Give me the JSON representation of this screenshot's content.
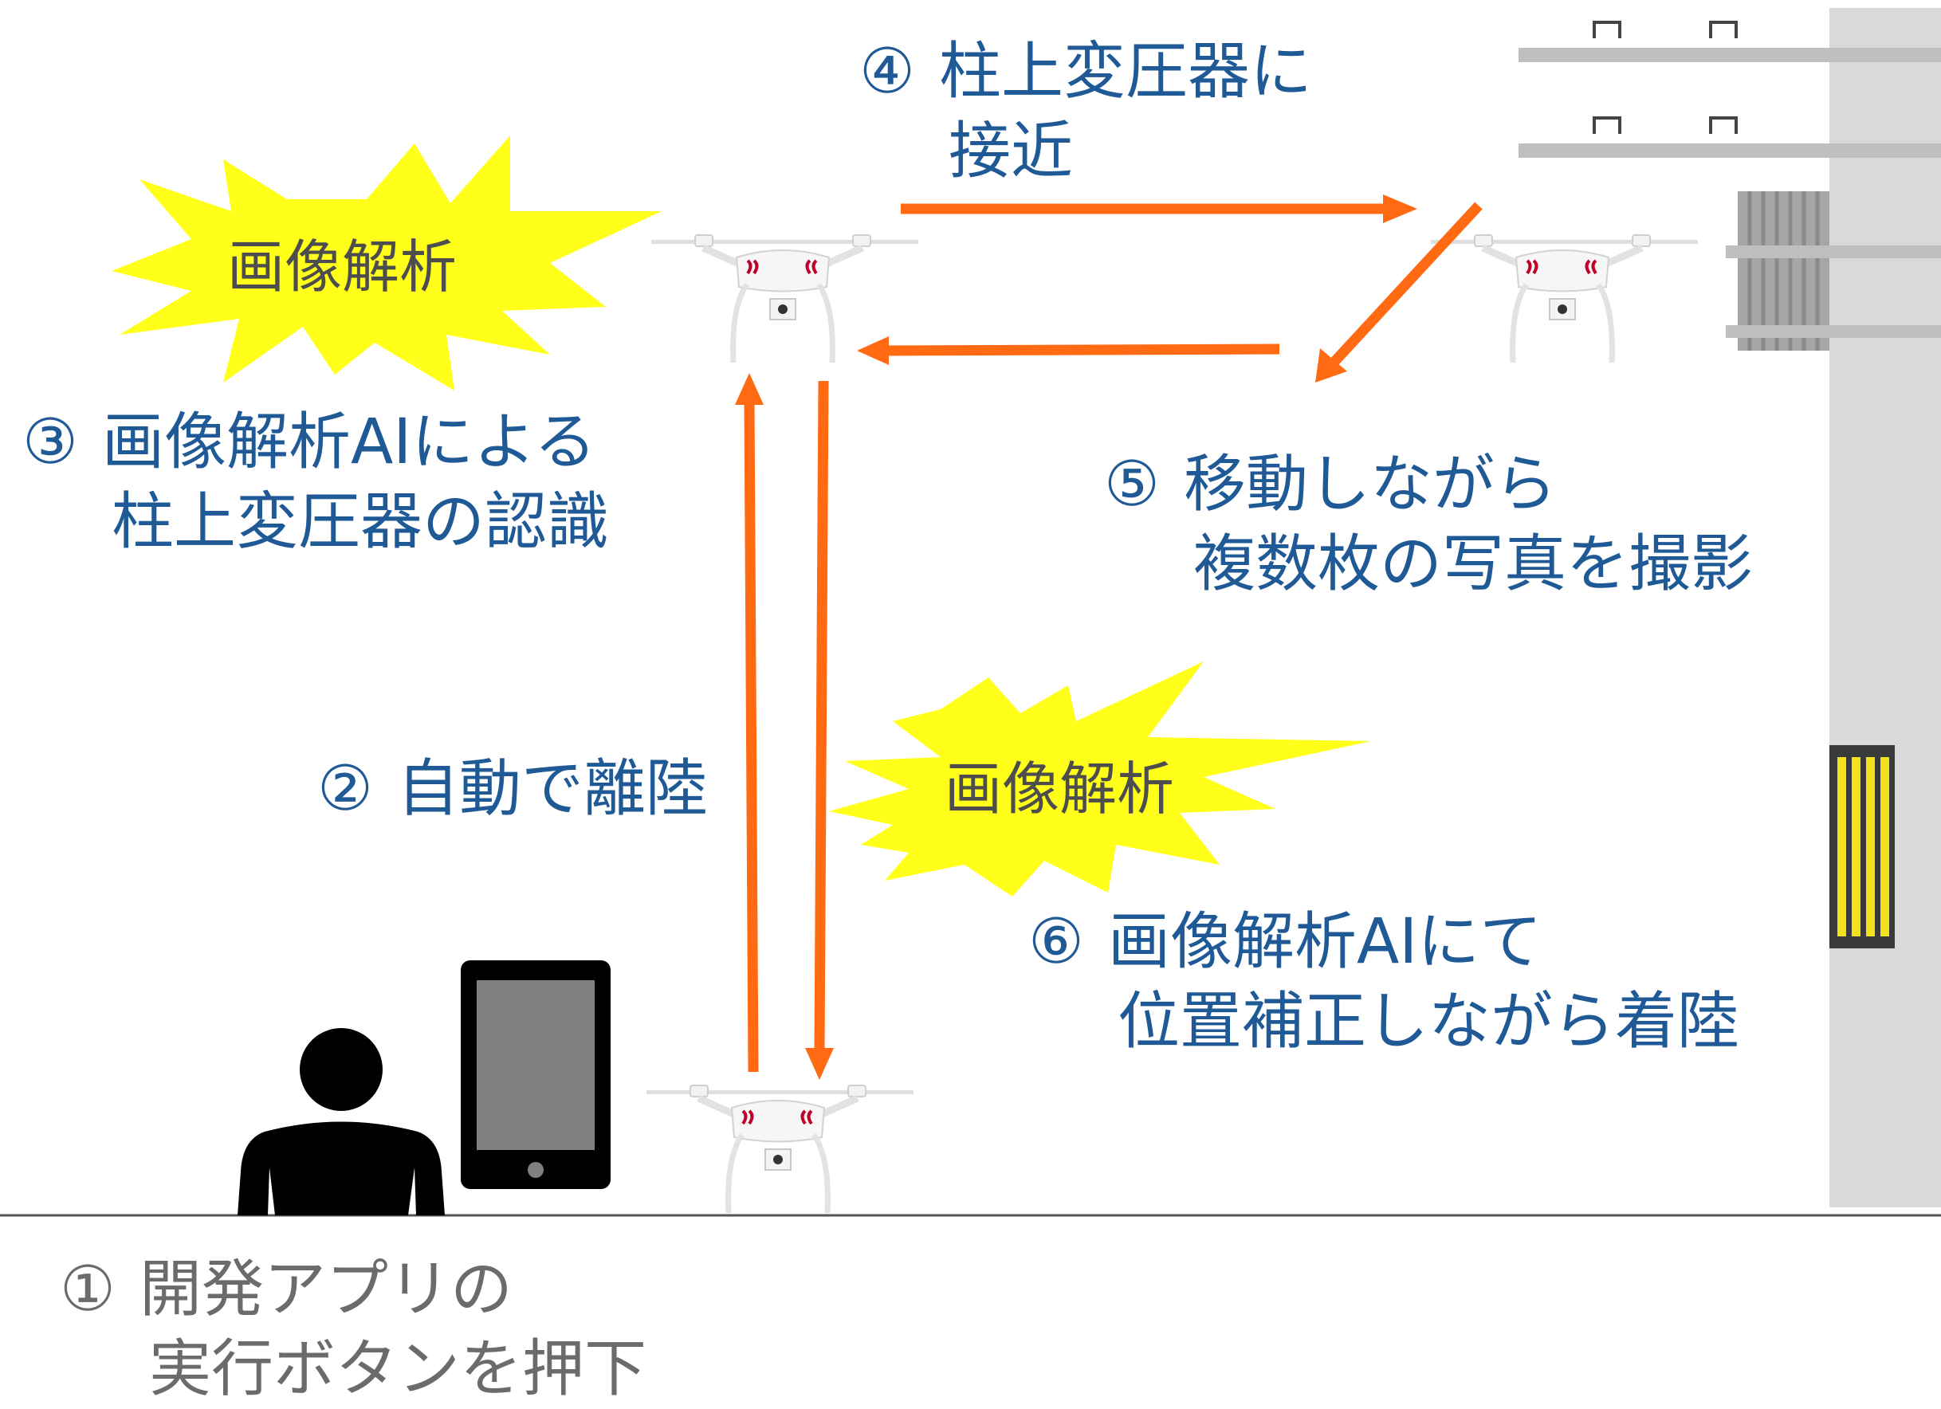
{
  "steps": [
    {
      "number": "①",
      "line1": "開発アプリの",
      "line2": "実行ボタンを押下"
    },
    {
      "number": "②",
      "line1": "自動で離陸"
    },
    {
      "number": "③",
      "line1": "画像解析AIによる",
      "line2": "柱上変圧器の認識"
    },
    {
      "number": "④",
      "line1": "柱上変圧器に",
      "line2": "接近"
    },
    {
      "number": "⑤",
      "line1": "移動しながら",
      "line2": "複数枚の写真を撮影"
    },
    {
      "number": "⑥",
      "line1": "画像解析AIにて",
      "line2": "位置補正しながら着陸"
    }
  ],
  "bursts": [
    {
      "label": "画像解析"
    },
    {
      "label": "画像解析"
    }
  ],
  "colors": {
    "arrow": "#ff6a13",
    "label_text": "#1f5a96",
    "step1_text": "#6b6b6b",
    "burst_fill": "#ffff1a",
    "burst_text": "#4d4d4d",
    "pole": "#d9d9d9",
    "warning_stripes": "#f2e21b",
    "person": "#000000",
    "tablet_screen": "#808080",
    "drone_accent": "#c0002a"
  },
  "icons": [
    "person-icon",
    "tablet-icon",
    "drone-icon",
    "utility-pole-icon",
    "transformer-icon"
  ]
}
